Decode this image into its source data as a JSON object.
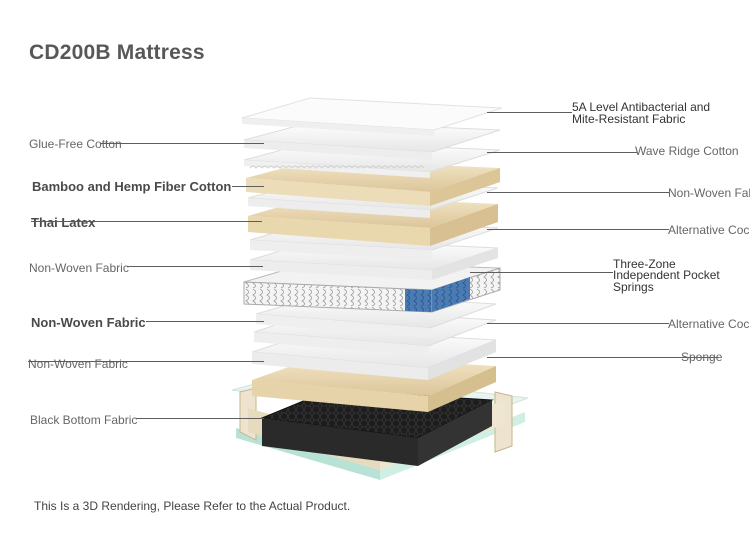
{
  "title": "CD200B Mattress",
  "labels": {
    "glue_free_cotton": "Glue-Free Cotton",
    "bamboo_hemp": "Bamboo and Hemp Fiber Cotton",
    "thai_latex": "Thai Latex",
    "non_woven_1": "Non-Woven Fabric",
    "non_woven_2": "Non-Woven Fabric",
    "non_woven_3": "Non-Woven Fabric",
    "black_bottom": "Black Bottom Fabric",
    "antibacterial_line1": "5A Level Antibacterial and",
    "antibacterial_line2": "Mite-Resistant Fabric",
    "wave_ridge": "Wave Ridge Cotton",
    "non_woven_right": "Non-Woven Fab",
    "alt_coco_1": "Alternative Coc",
    "springs_line1": "Three-Zone",
    "springs_line2": "Independent Pocket",
    "springs_line3": "Springs",
    "alt_coco_2": "Alternative Coc",
    "sponge": "Sponge"
  },
  "note": "This Is a 3D Rendering, Please Refer to the Actual Product.",
  "colors": {
    "white_layer": "#f7f7f7",
    "cream_layer": "#ecdcb8",
    "spring_blue": "#3f6fa8",
    "bottom_fabric": "#1d1d1d",
    "frame_green": "#b9e2d6"
  }
}
